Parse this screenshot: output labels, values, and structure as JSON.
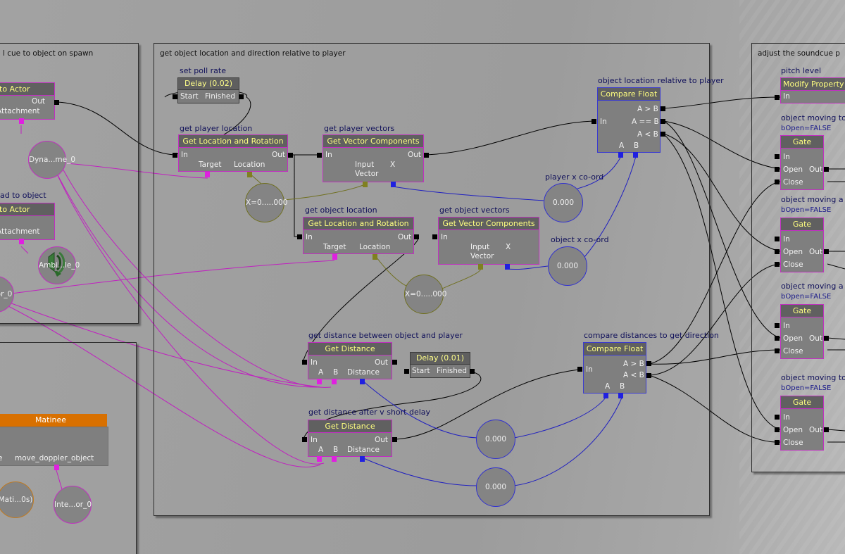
{
  "groups": {
    "left_top": "l cue to object on spawn",
    "main": "get object location and direction relative to player",
    "right": "adjust the soundcue p"
  },
  "comments": {
    "set_poll_rate": "set poll rate",
    "get_player_location": "get player location",
    "get_player_vectors": "get player vectors",
    "get_object_location": "get object location",
    "get_object_vectors": "get object vectors",
    "object_location_relative": "object location relative to player",
    "player_x": "player x co-ord",
    "object_x": "object x co-ord",
    "get_distance_between": "get distance between object and player",
    "get_distance_after": "get distance after v short delay",
    "compare_distances": "compare distances to get direction",
    "attach_to_object": "ad to object",
    "pitch_level": "pitch level",
    "moving_1": "object moving to",
    "moving_2": "object moving a",
    "moving_3": "object moving a",
    "moving_4": "object moving to",
    "bopen": "bOpen=FALSE"
  },
  "nodes": {
    "attach_title": "to Actor",
    "attach_attachment": "Attachment",
    "attach_out": "Out",
    "delay1_title": "Delay (0.02)",
    "delay2_title": "Delay (0.01)",
    "start": "Start",
    "finished": "Finished",
    "get_loc_title": "Get Location and Rotation",
    "get_vec_title": "Get Vector Components",
    "compare_title": "Compare Float",
    "get_dist_title": "Get Distance",
    "modify_prop_title": "Modify Property",
    "gate_title": "Gate",
    "matinee_title": "Matinee",
    "matinee_track": "move_doppler_object",
    "matinee_left": "e",
    "in": "In",
    "out": "Out",
    "open": "Open",
    "close": "Close",
    "target": "Target",
    "location": "Location",
    "input": "Input",
    "vector": "Vector",
    "x": "X",
    "a": "A",
    "b": "B",
    "distance": "Distance",
    "a_gt_b": "A > B",
    "a_eq_b": "A == B",
    "a_lt_b": "A < B",
    "a_lt_b_short": "A < B"
  },
  "variables": {
    "dyna": "Dyna...me_0",
    "ambi": "Ambi...le_0",
    "or_0": "or_0",
    "vec_zero": "X=0.....000",
    "float_zero": "0.000",
    "mati": "Mati...0s)",
    "inte": "Inte...or_0"
  },
  "colors": {
    "background": "#9e9e9e",
    "title_text": "#ffff80",
    "variable_link": "#e020e0",
    "float_link": "#2020e0",
    "vector_link": "#808020",
    "matinee": "#d87000"
  }
}
